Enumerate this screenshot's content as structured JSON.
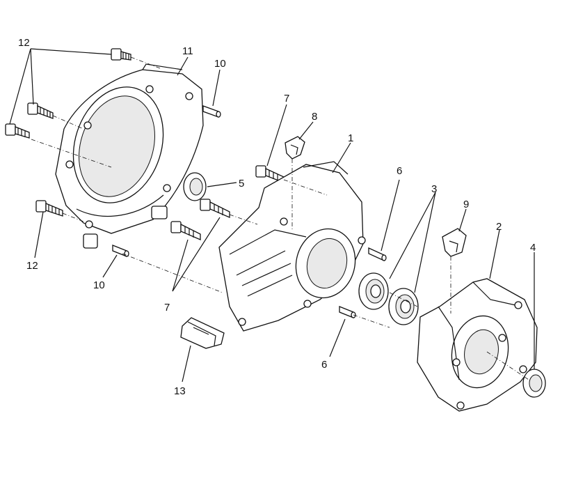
{
  "diagram": {
    "callouts": [
      {
        "id": "c12-top",
        "text": "12"
      },
      {
        "id": "c11",
        "text": "11"
      },
      {
        "id": "c10-top",
        "text": "10"
      },
      {
        "id": "c7-top",
        "text": "7"
      },
      {
        "id": "c8",
        "text": "8"
      },
      {
        "id": "c1",
        "text": "1"
      },
      {
        "id": "c5",
        "text": "5"
      },
      {
        "id": "c6-top",
        "text": "6"
      },
      {
        "id": "c3",
        "text": "3"
      },
      {
        "id": "c9",
        "text": "9"
      },
      {
        "id": "c2",
        "text": "2"
      },
      {
        "id": "c4",
        "text": "4"
      },
      {
        "id": "c12-bottom",
        "text": "12"
      },
      {
        "id": "c10-bottom",
        "text": "10"
      },
      {
        "id": "c7-bottom",
        "text": "7"
      },
      {
        "id": "c6-bottom",
        "text": "6"
      },
      {
        "id": "c13",
        "text": "13"
      }
    ]
  }
}
